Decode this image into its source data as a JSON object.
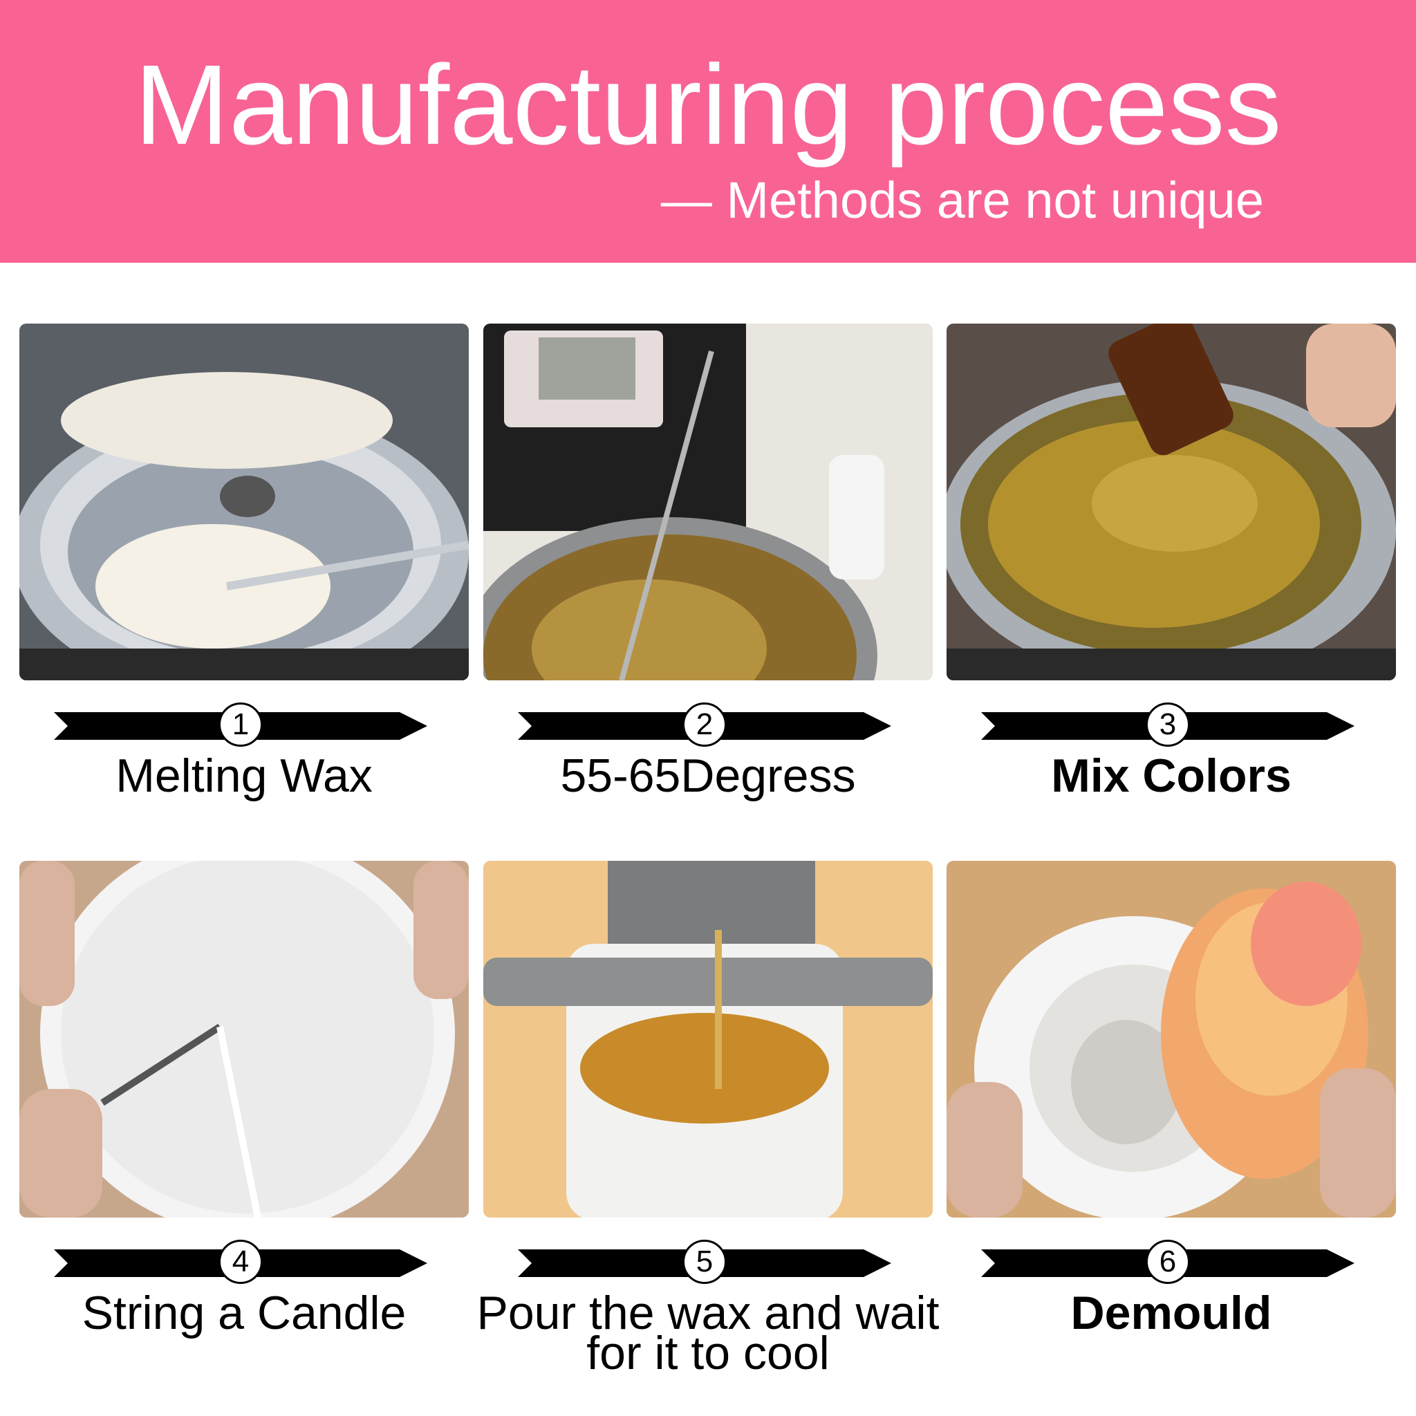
{
  "header": {
    "title": "Manufacturing process",
    "subtitle": "— Methods are not unique"
  },
  "steps": [
    {
      "number": "1",
      "label": "Melting Wax",
      "line2": ""
    },
    {
      "number": "2",
      "label": "55-65Degress",
      "line2": ""
    },
    {
      "number": "3",
      "label": "Mix Colors",
      "line2": ""
    },
    {
      "number": "4",
      "label": "String a Candle",
      "line2": ""
    },
    {
      "number": "5",
      "label": "Pour the wax and wait",
      "line2": "for it to cool"
    },
    {
      "number": "6",
      "label": "Demould",
      "line2": ""
    }
  ],
  "colors": {
    "banner": "#f86394",
    "text": "#000000",
    "arrow": "#000000"
  }
}
